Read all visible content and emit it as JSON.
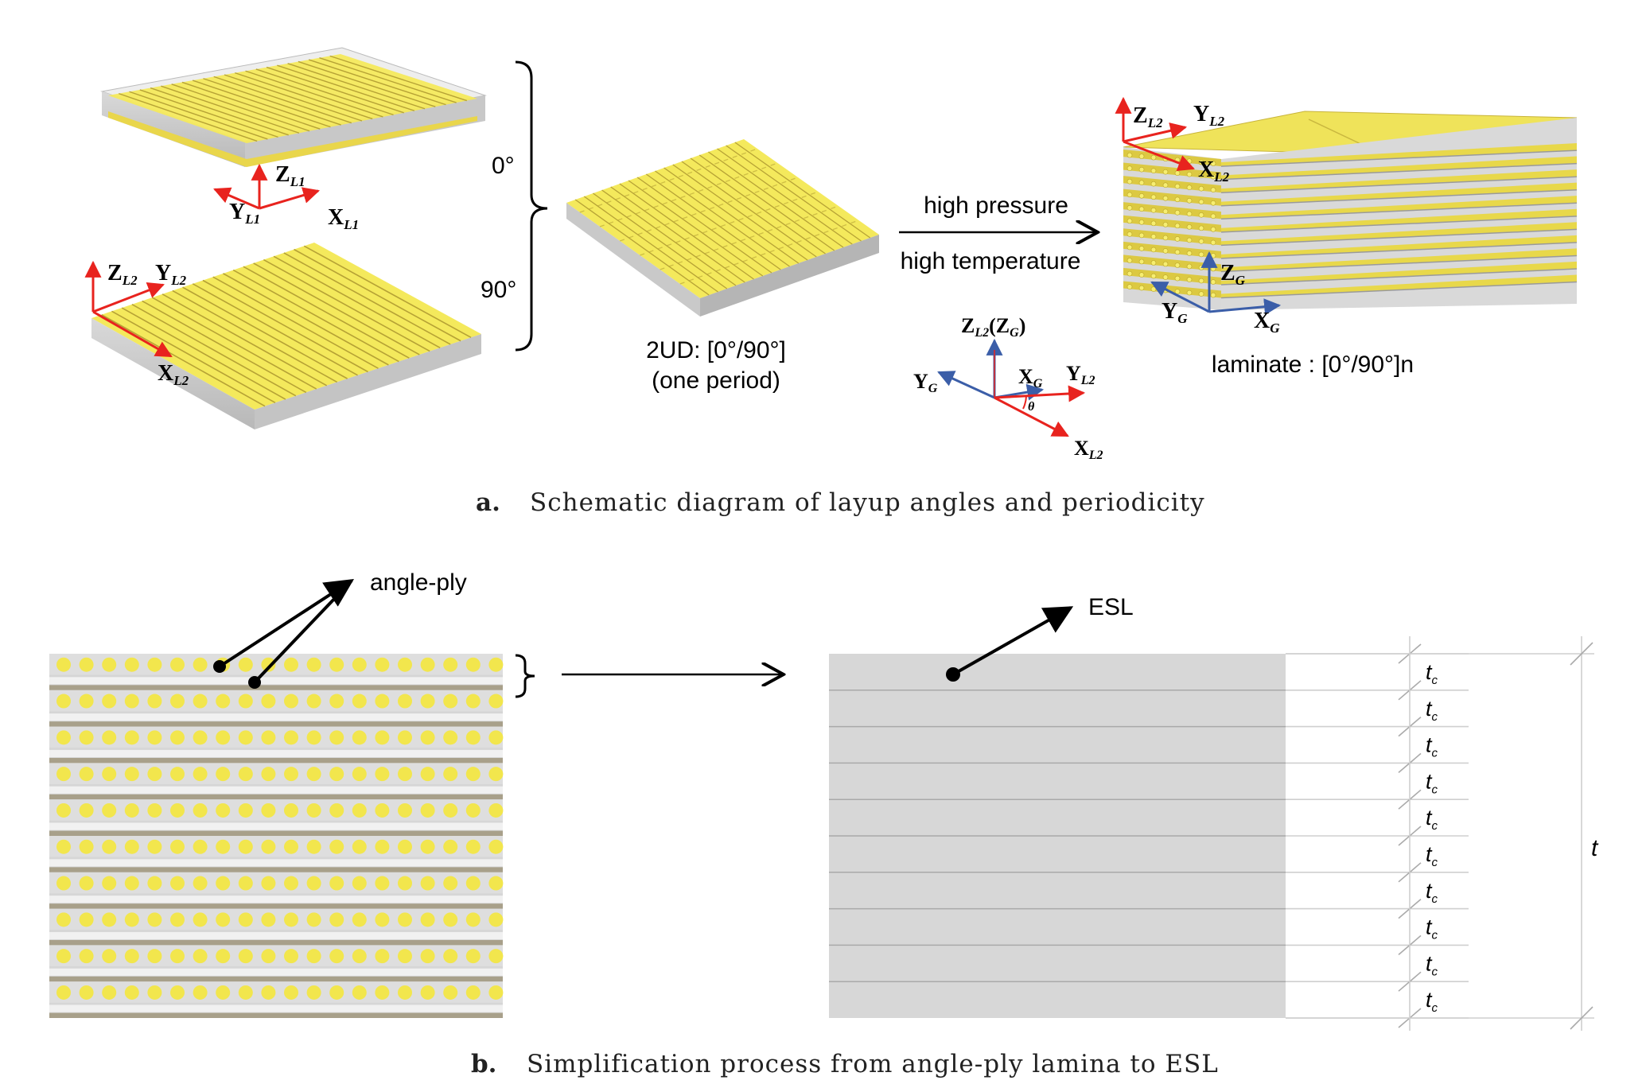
{
  "panel_a": {
    "angle_0": "0°",
    "angle_90": "90°",
    "ud_label": "2UD: [0°/90°]",
    "ud_sub": "(one period)",
    "arrow_top": "high pressure",
    "arrow_bottom": "high temperature",
    "laminate_label": "laminate : [0°/90°]n",
    "axes": {
      "z_l1": "Z",
      "z_l1_sub": "L1",
      "y_l1": "Y",
      "y_l1_sub": "L1",
      "x_l1": "X",
      "x_l1_sub": "L1",
      "z_l2": "Z",
      "z_l2_sub": "L2",
      "y_l2": "Y",
      "y_l2_sub": "L2",
      "x_l2": "X",
      "x_l2_sub": "L2",
      "z_g": "Z",
      "z_g_sub": "G",
      "y_g": "Y",
      "y_g_sub": "G",
      "x_g": "X",
      "x_g_sub": "G",
      "z_combined": "Z",
      "z_combined_sub": "L2",
      "z_combined_paren": "(Z",
      "z_combined_paren_sub": "G",
      "z_combined_close": ")",
      "theta": "θ"
    },
    "caption_letter": "a.",
    "caption": "Schematic diagram of layup angles and periodicity"
  },
  "panel_b": {
    "angle_ply_label": "angle-ply",
    "esl_label": "ESL",
    "tc": "t",
    "tc_sub": "c",
    "t_total": "t",
    "caption_letter": "b.",
    "caption": "Simplification process from angle-ply lamina to ESL"
  },
  "colors": {
    "fiber_yellow": "#f2e64d",
    "resin_gray": "#cfcfcf",
    "axis_red": "#e8231e",
    "axis_blue": "#3b5ea8"
  }
}
